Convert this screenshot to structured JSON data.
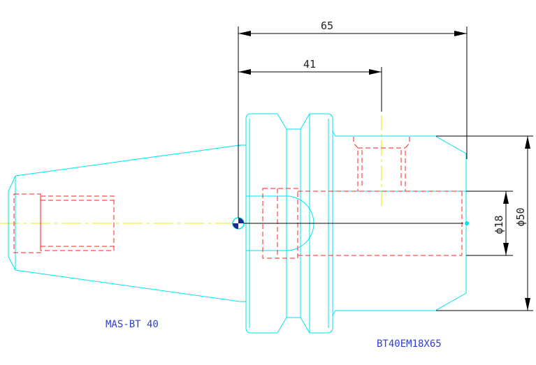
{
  "drawing": {
    "labels": {
      "model_left": "MAS-BT 40",
      "model_right": "BT40EM18X65"
    },
    "dimensions": {
      "overall_length": "65",
      "gauge_length": "41",
      "bore_diameter": "ϕ18",
      "body_diameter": "ϕ50"
    },
    "colors": {
      "outline": "#00e5ee",
      "hidden": "#ff2020",
      "centerline": "#e8e800",
      "dimension": "#000000",
      "label": "#2f3fd0"
    }
  }
}
